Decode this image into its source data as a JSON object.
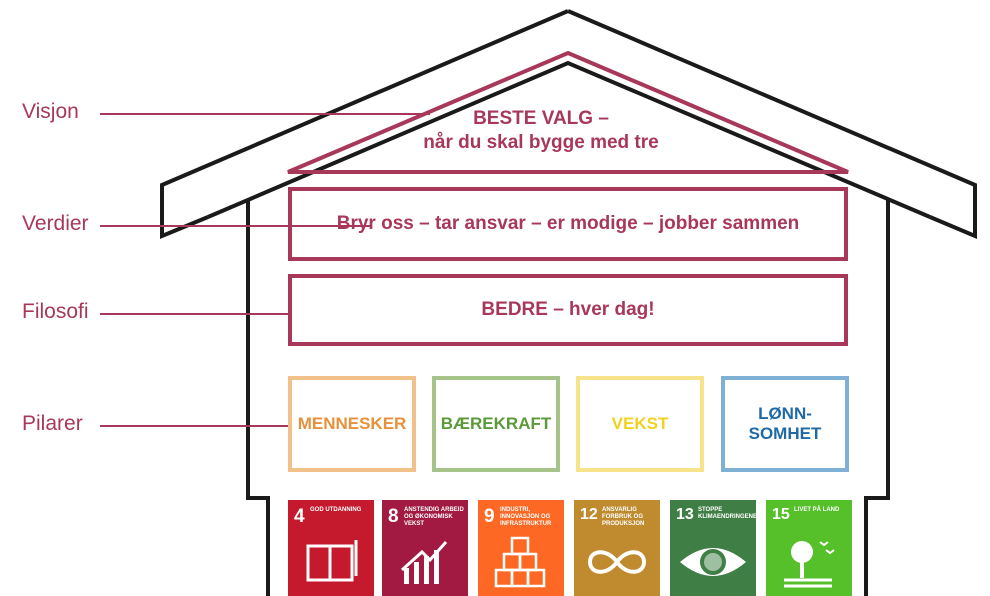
{
  "vision": {
    "line1": "BESTE VALG –",
    "line2": "når du skal bygge med tre"
  },
  "values": "Bryr oss – tar ansvar – er modige – jobber sammen",
  "philosophy": "BEDRE – hver dag!",
  "side_labels": {
    "vision": "Visjon",
    "values": "Verdier",
    "philosophy": "Filosofi",
    "pillars": "Pilarer"
  },
  "pillars": [
    {
      "label": "MENNESKER",
      "color": "#e8913a",
      "border": "#f2c08a"
    },
    {
      "label": "BÆREKRAFT",
      "color": "#5a9a3a",
      "border": "#a6c48a"
    },
    {
      "label": "VEKST",
      "color": "#f1d21e",
      "border": "#f7e38a"
    },
    {
      "label": "LØNN-\nSOMHET",
      "color": "#1f6aa5",
      "border": "#7fb0d6"
    }
  ],
  "sdgs": [
    {
      "number": "4",
      "text": "GOD UTDANNING",
      "color": "#c5192d",
      "icon": "book-icon"
    },
    {
      "number": "8",
      "text": "ANSTENDIG ARBEID OG ØKONOMISK VEKST",
      "color": "#a21942",
      "icon": "growth-chart-icon"
    },
    {
      "number": "9",
      "text": "INDUSTRI, INNOVASJON OG INFRASTRUKTUR",
      "color": "#fd6925",
      "icon": "cubes-icon"
    },
    {
      "number": "12",
      "text": "ANSVARLIG FORBRUK OG PRODUKSJON",
      "color": "#bf8b2e",
      "icon": "infinity-icon"
    },
    {
      "number": "13",
      "text": "STOPPE KLIMAENDRINGENE",
      "color": "#3f7e44",
      "icon": "earth-eye-icon"
    },
    {
      "number": "15",
      "text": "LIVET PÅ LAND",
      "color": "#56c02b",
      "icon": "tree-birds-icon"
    }
  ],
  "colors": {
    "accent": "#a8385a",
    "outline": "#1a1a1a"
  }
}
